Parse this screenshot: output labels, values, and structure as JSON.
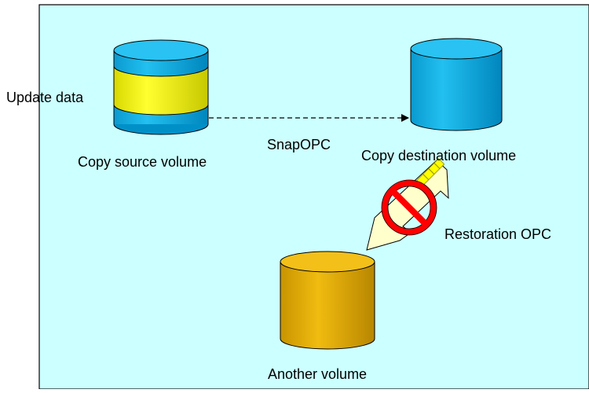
{
  "diagram": {
    "labels": {
      "update_data": "Update data",
      "source_volume": "Copy source volume",
      "snapopc": "SnapOPC",
      "destination_volume": "Copy destination volume",
      "restoration_opc": "Restoration OPC",
      "another_volume": "Another volume"
    },
    "colors": {
      "panel_fill": "#CCFFFF",
      "panel_border": "#000000",
      "volume_blue": "#00B0E8",
      "volume_blue_dark": "#0090C8",
      "update_yellow": "#F0F000",
      "volume_gold": "#E8B400",
      "volume_gold_dark": "#C89600",
      "prohibit_red": "#FF0000",
      "arrow_fill": "#FFFFCC"
    },
    "icons": [
      "cylinder-icon",
      "dashed-arrow-icon",
      "prohibited-icon",
      "block-arrow-icon"
    ]
  }
}
